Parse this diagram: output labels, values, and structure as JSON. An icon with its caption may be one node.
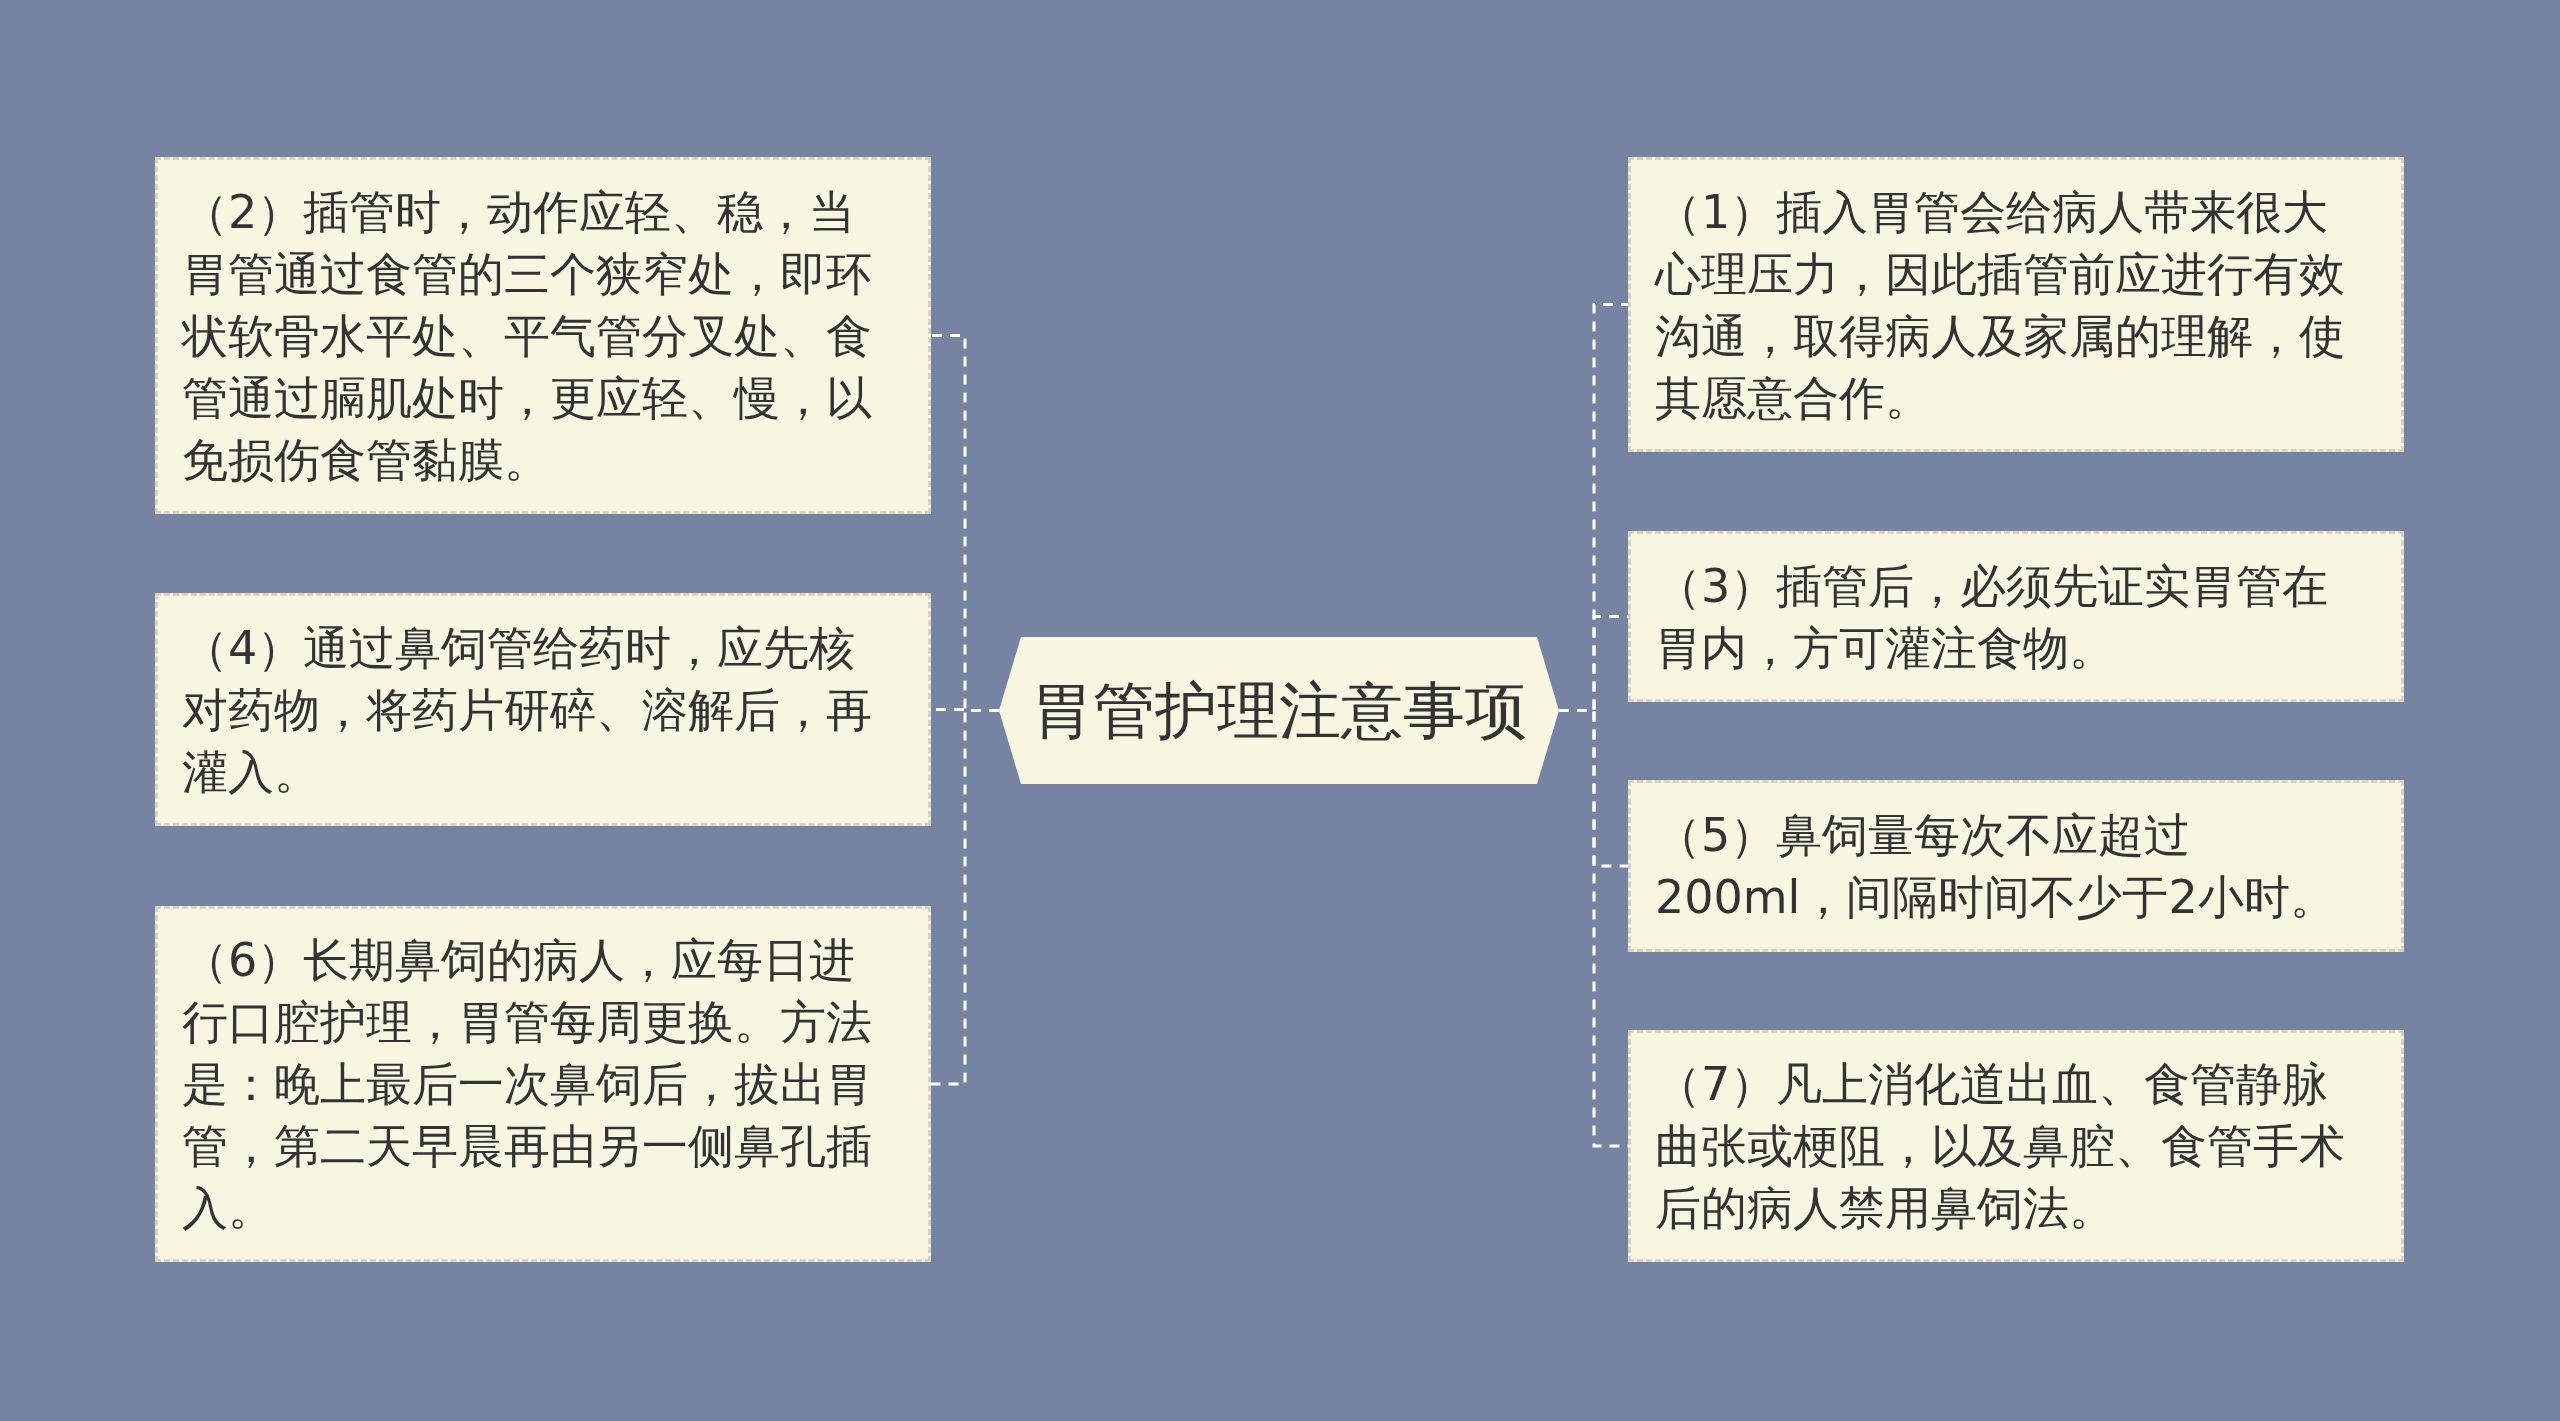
{
  "diagram": {
    "nodes": [
      {
        "text": [
          "胃管护理注意事项"
        ]
      },
      {
        "text": [
          "（2）插管时，动作应轻、稳，当胃管通过食管的三个狭窄处，即环状软骨水平处、平气管分叉处、食管通过膈肌处时，更应轻、慢，以免损伤食管黏膜。"
        ]
      },
      {
        "text": [
          "（4）通过鼻饲管给药时，应先核对药物，将药片研碎、溶解后，再灌入。"
        ]
      },
      {
        "text": [
          "（6）长期鼻饲的病人，应每日进行口腔护理，胃管每周更换。方法是：晚上最后一次鼻饲后，拔出胃管，第二天早晨再由另一侧鼻孔插入。"
        ]
      },
      {
        "text": [
          "（1）插入胃管会给病人带来很大心理压力，因此插管前应进行有效沟通，取得病人及家属的理解，使其愿意合作。"
        ]
      },
      {
        "text": [
          "（3）插管后，必须先证实胃管在胃内，方可灌注食物。"
        ]
      },
      {
        "text": [
          "（5）鼻饲量每次不应超过200ml，间隔时间不少于2小时。"
        ]
      },
      {
        "text": [
          "（7）凡上消化道出血、食管静脉曲张或梗阻，以及鼻腔、食管手术后的病人禁用鼻饲法。"
        ]
      }
    ],
    "edges": [
      {
        "from": 0,
        "to": 1,
        "arrow": "none",
        "style": "dashed"
      },
      {
        "from": 0,
        "to": 2,
        "arrow": "none",
        "style": "dashed"
      },
      {
        "from": 0,
        "to": 3,
        "arrow": "none",
        "style": "dashed"
      },
      {
        "from": 0,
        "to": 4,
        "arrow": "none",
        "style": "dashed"
      },
      {
        "from": 0,
        "to": 5,
        "arrow": "none",
        "style": "dashed"
      },
      {
        "from": 0,
        "to": 6,
        "arrow": "none",
        "style": "dashed"
      },
      {
        "from": 0,
        "to": 7,
        "arrow": "none",
        "style": "dashed"
      }
    ]
  }
}
